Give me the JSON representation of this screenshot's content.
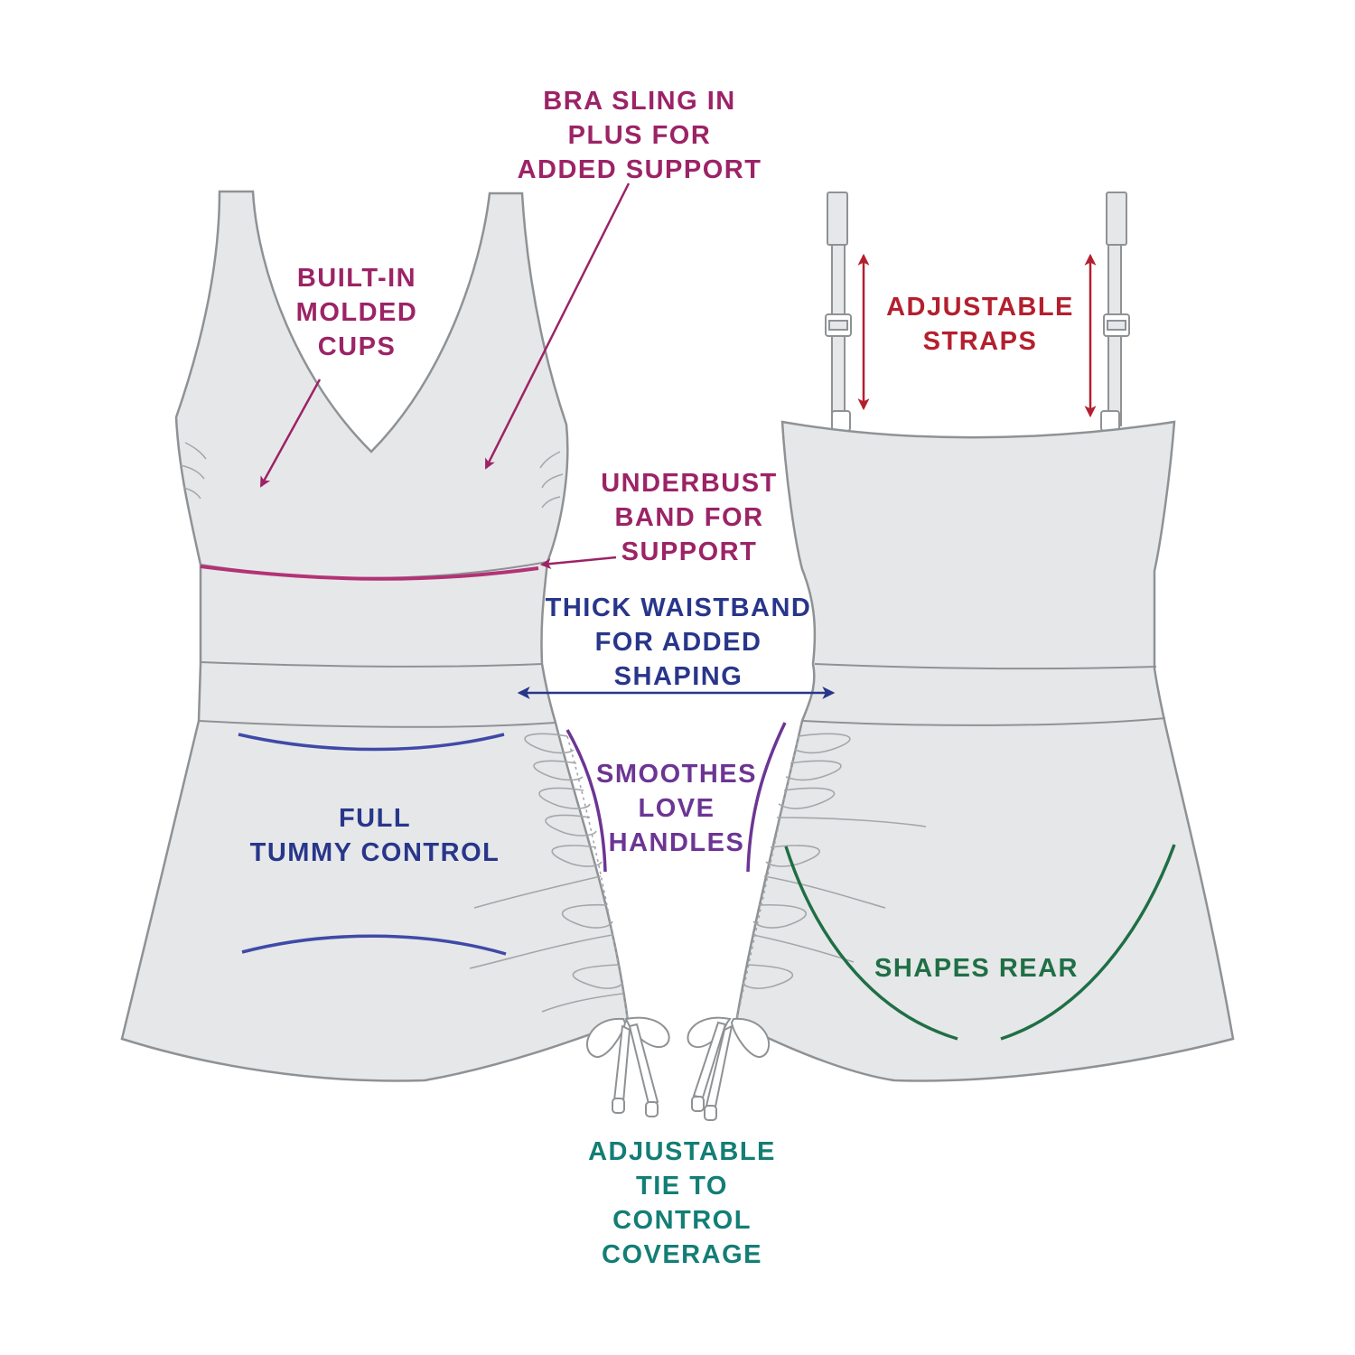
{
  "colors": {
    "garment_fill": "#e6e7e9",
    "garment_stroke": "#8f9295",
    "magenta": "#9c2366",
    "red": "#b41f2e",
    "navy": "#28368a",
    "blue_curve": "#3f4aa7",
    "purple": "#6c3594",
    "green": "#1f6f45",
    "teal": "#137e75"
  },
  "callouts": {
    "bra_sling": [
      "BRA SLING IN",
      "PLUS FOR",
      "ADDED SUPPORT"
    ],
    "molded_cups": [
      "BUILT-IN",
      "MOLDED",
      "CUPS"
    ],
    "adjustable_straps": [
      "ADJUSTABLE",
      "STRAPS"
    ],
    "underbust_band": [
      "UNDERBUST",
      "BAND FOR",
      "SUPPORT"
    ],
    "thick_waistband": [
      "THICK WAISTBAND",
      "FOR ADDED",
      "SHAPING"
    ],
    "smoothes_love_handles": [
      "SMOOTHES",
      "LOVE",
      "HANDLES"
    ],
    "tummy_control": [
      "FULL",
      "TUMMY CONTROL"
    ],
    "shapes_rear": [
      "SHAPES REAR"
    ],
    "adjustable_tie": [
      "ADJUSTABLE",
      "TIE TO",
      "CONTROL",
      "COVERAGE"
    ]
  }
}
